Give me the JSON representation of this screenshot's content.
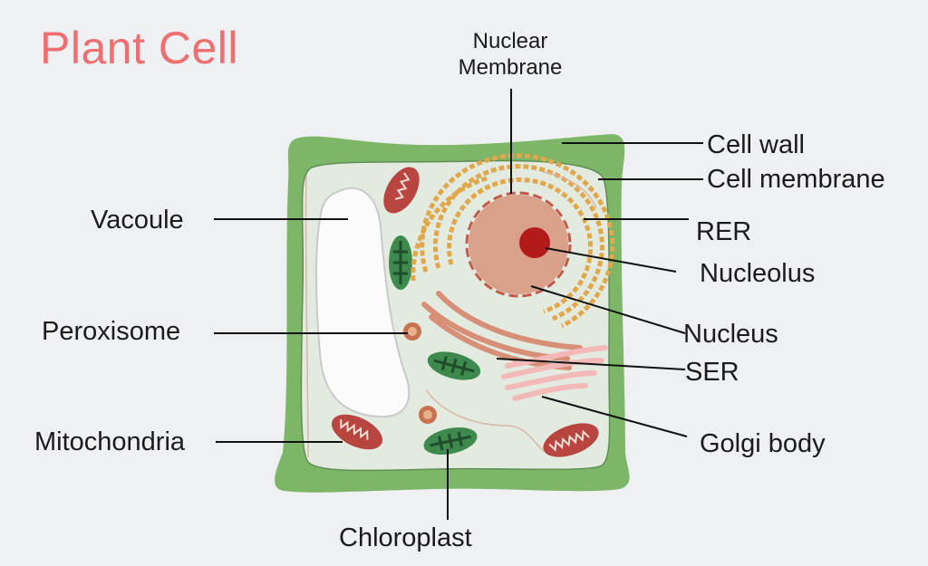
{
  "title": "Plant Cell",
  "labels": {
    "nuclear_membrane": [
      "Nuclear",
      "Membrane"
    ],
    "cell_wall": "Cell wall",
    "cell_membrane": "Cell membrane",
    "rer": "RER",
    "nucleolus": "Nucleolus",
    "nucleus": "Nucleus",
    "ser": "SER",
    "golgi_body": "Golgi body",
    "vacuole": "Vacoule",
    "peroxisome": "Peroxisome",
    "mitochondria": "Mitochondria",
    "chloroplast": "Chloroplast"
  },
  "colors": {
    "title": "#ee6f6f",
    "cell_wall": "#7cb666",
    "cytoplasm": "#e3ebe0",
    "nucleus": "#d9a08a",
    "nucleolus": "#b31a1a",
    "rer": "#e0a84a",
    "ser": "#d88f77",
    "golgi": "#f3b9b9",
    "chloroplast": "#3e8a4e",
    "mitochondria": "#b8453f",
    "vacuole": "#fbfbfb"
  }
}
